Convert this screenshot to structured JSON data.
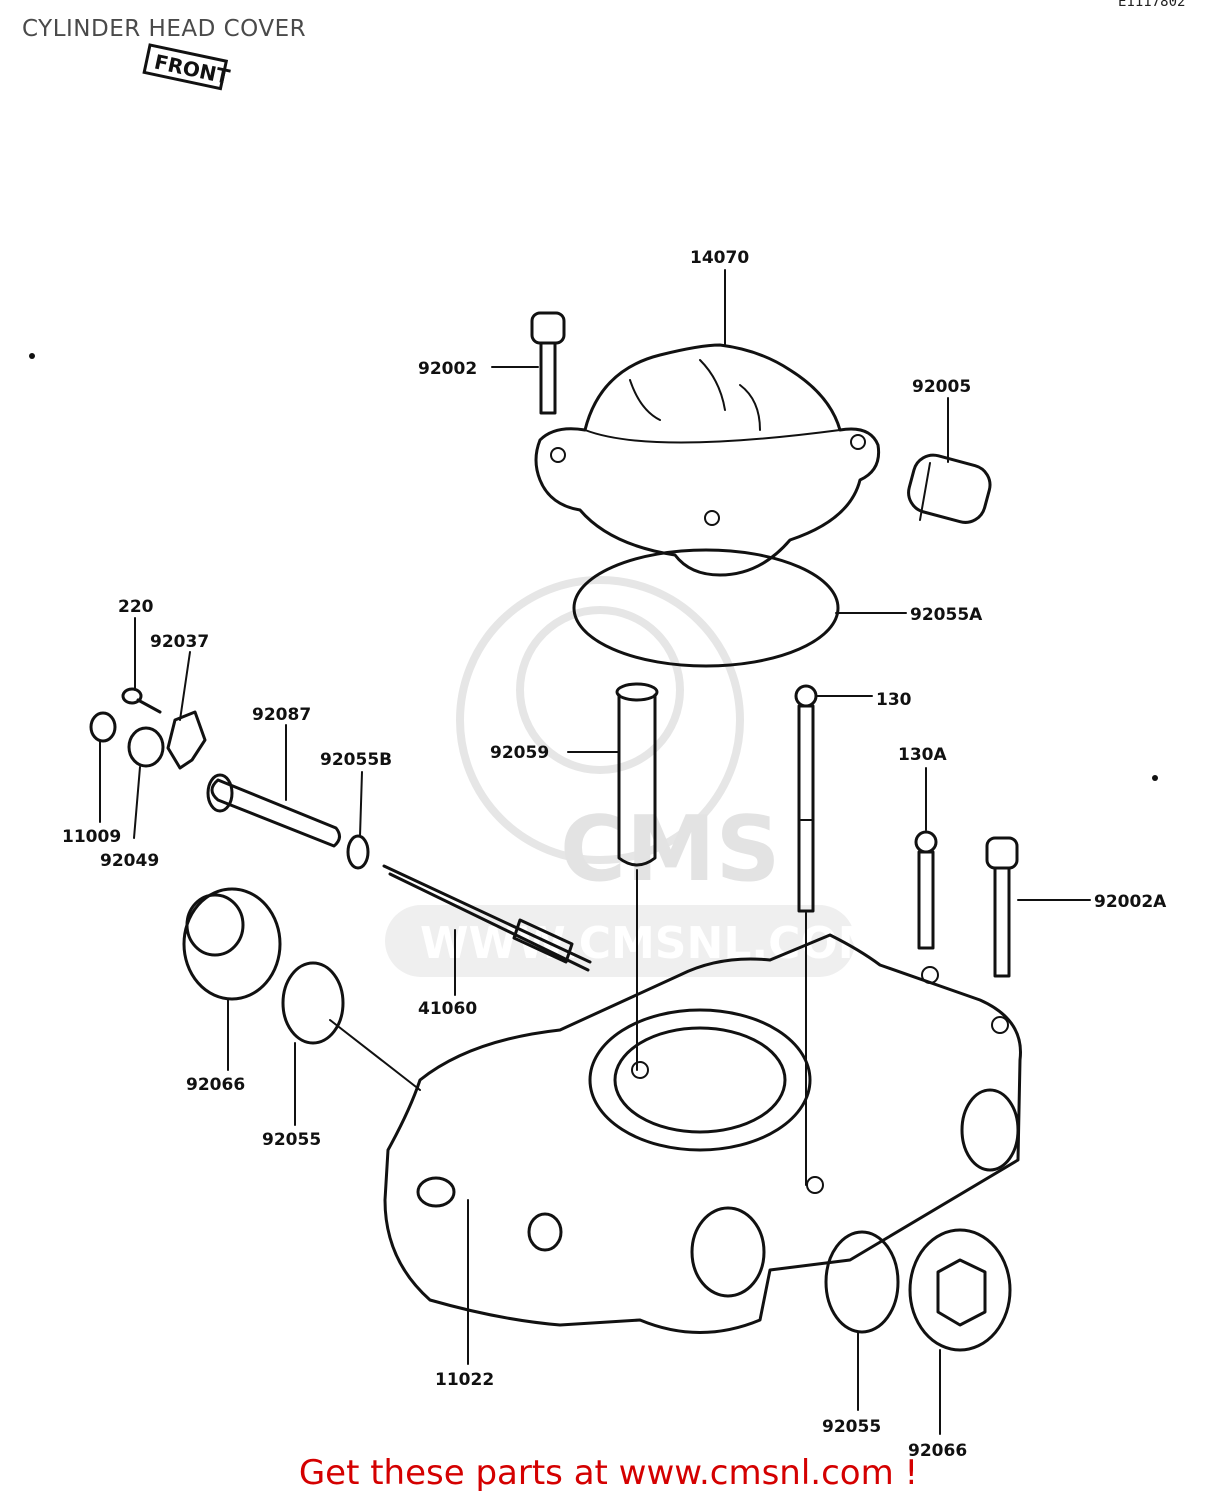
{
  "page": {
    "title": "CYLINDER HEAD COVER",
    "corner_code": "E1117802",
    "front_marker": "FRONT",
    "watermark": {
      "brand": "CMS",
      "url": "WWW.CMSNL.COM"
    },
    "footer_link": "Get these parts at www.cmsnl.com !"
  },
  "parts": {
    "p14070": "14070",
    "p92002": "92002",
    "p92005": "92005",
    "p92055A": "92055A",
    "p220": "220",
    "p92037": "92037",
    "p92087": "92087",
    "p92055B": "92055B",
    "p92059": "92059",
    "p130": "130",
    "p130A": "130A",
    "p11009": "11009",
    "p92049": "92049",
    "p92002A": "92002A",
    "p41060": "41060",
    "p92066": "92066",
    "p92055": "92055",
    "p11022": "11022",
    "p92055b": "92055",
    "p92066b": "92066"
  }
}
